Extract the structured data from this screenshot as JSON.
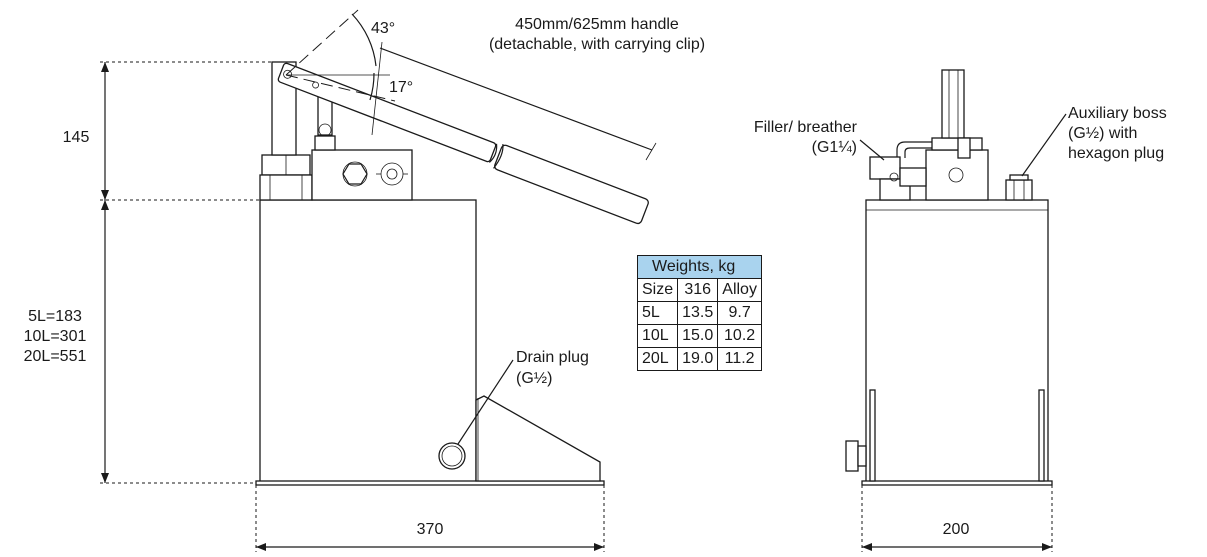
{
  "labels": {
    "dim_145": "145",
    "dim_height_5l": "5L=183",
    "dim_height_10l": "10L=301",
    "dim_height_20l": "20L=551",
    "dim_width_front": "370",
    "dim_width_side": "200",
    "angle_43": "43°",
    "angle_17": "17°",
    "handle_line1": "450mm/625mm handle",
    "handle_line2": "(detachable, with carrying clip)",
    "drain_line1": "Drain plug",
    "drain_line2": "(G½)",
    "filler_line1": "Filler/ breather",
    "filler_line2": "(G1¼)",
    "aux_line1": "Auxiliary boss",
    "aux_line2": "(G½) with",
    "aux_line3": "hexagon plug"
  },
  "weights_table": {
    "title": "Weights, kg",
    "headers": [
      "Size",
      "316",
      "Alloy"
    ],
    "rows": [
      [
        "5L",
        "13.5",
        "9.7"
      ],
      [
        "10L",
        "15.0",
        "10.2"
      ],
      [
        "20L",
        "19.0",
        "11.2"
      ]
    ]
  },
  "colors": {
    "table_header": "#a9d3ee",
    "line": "#1a1a1a"
  }
}
